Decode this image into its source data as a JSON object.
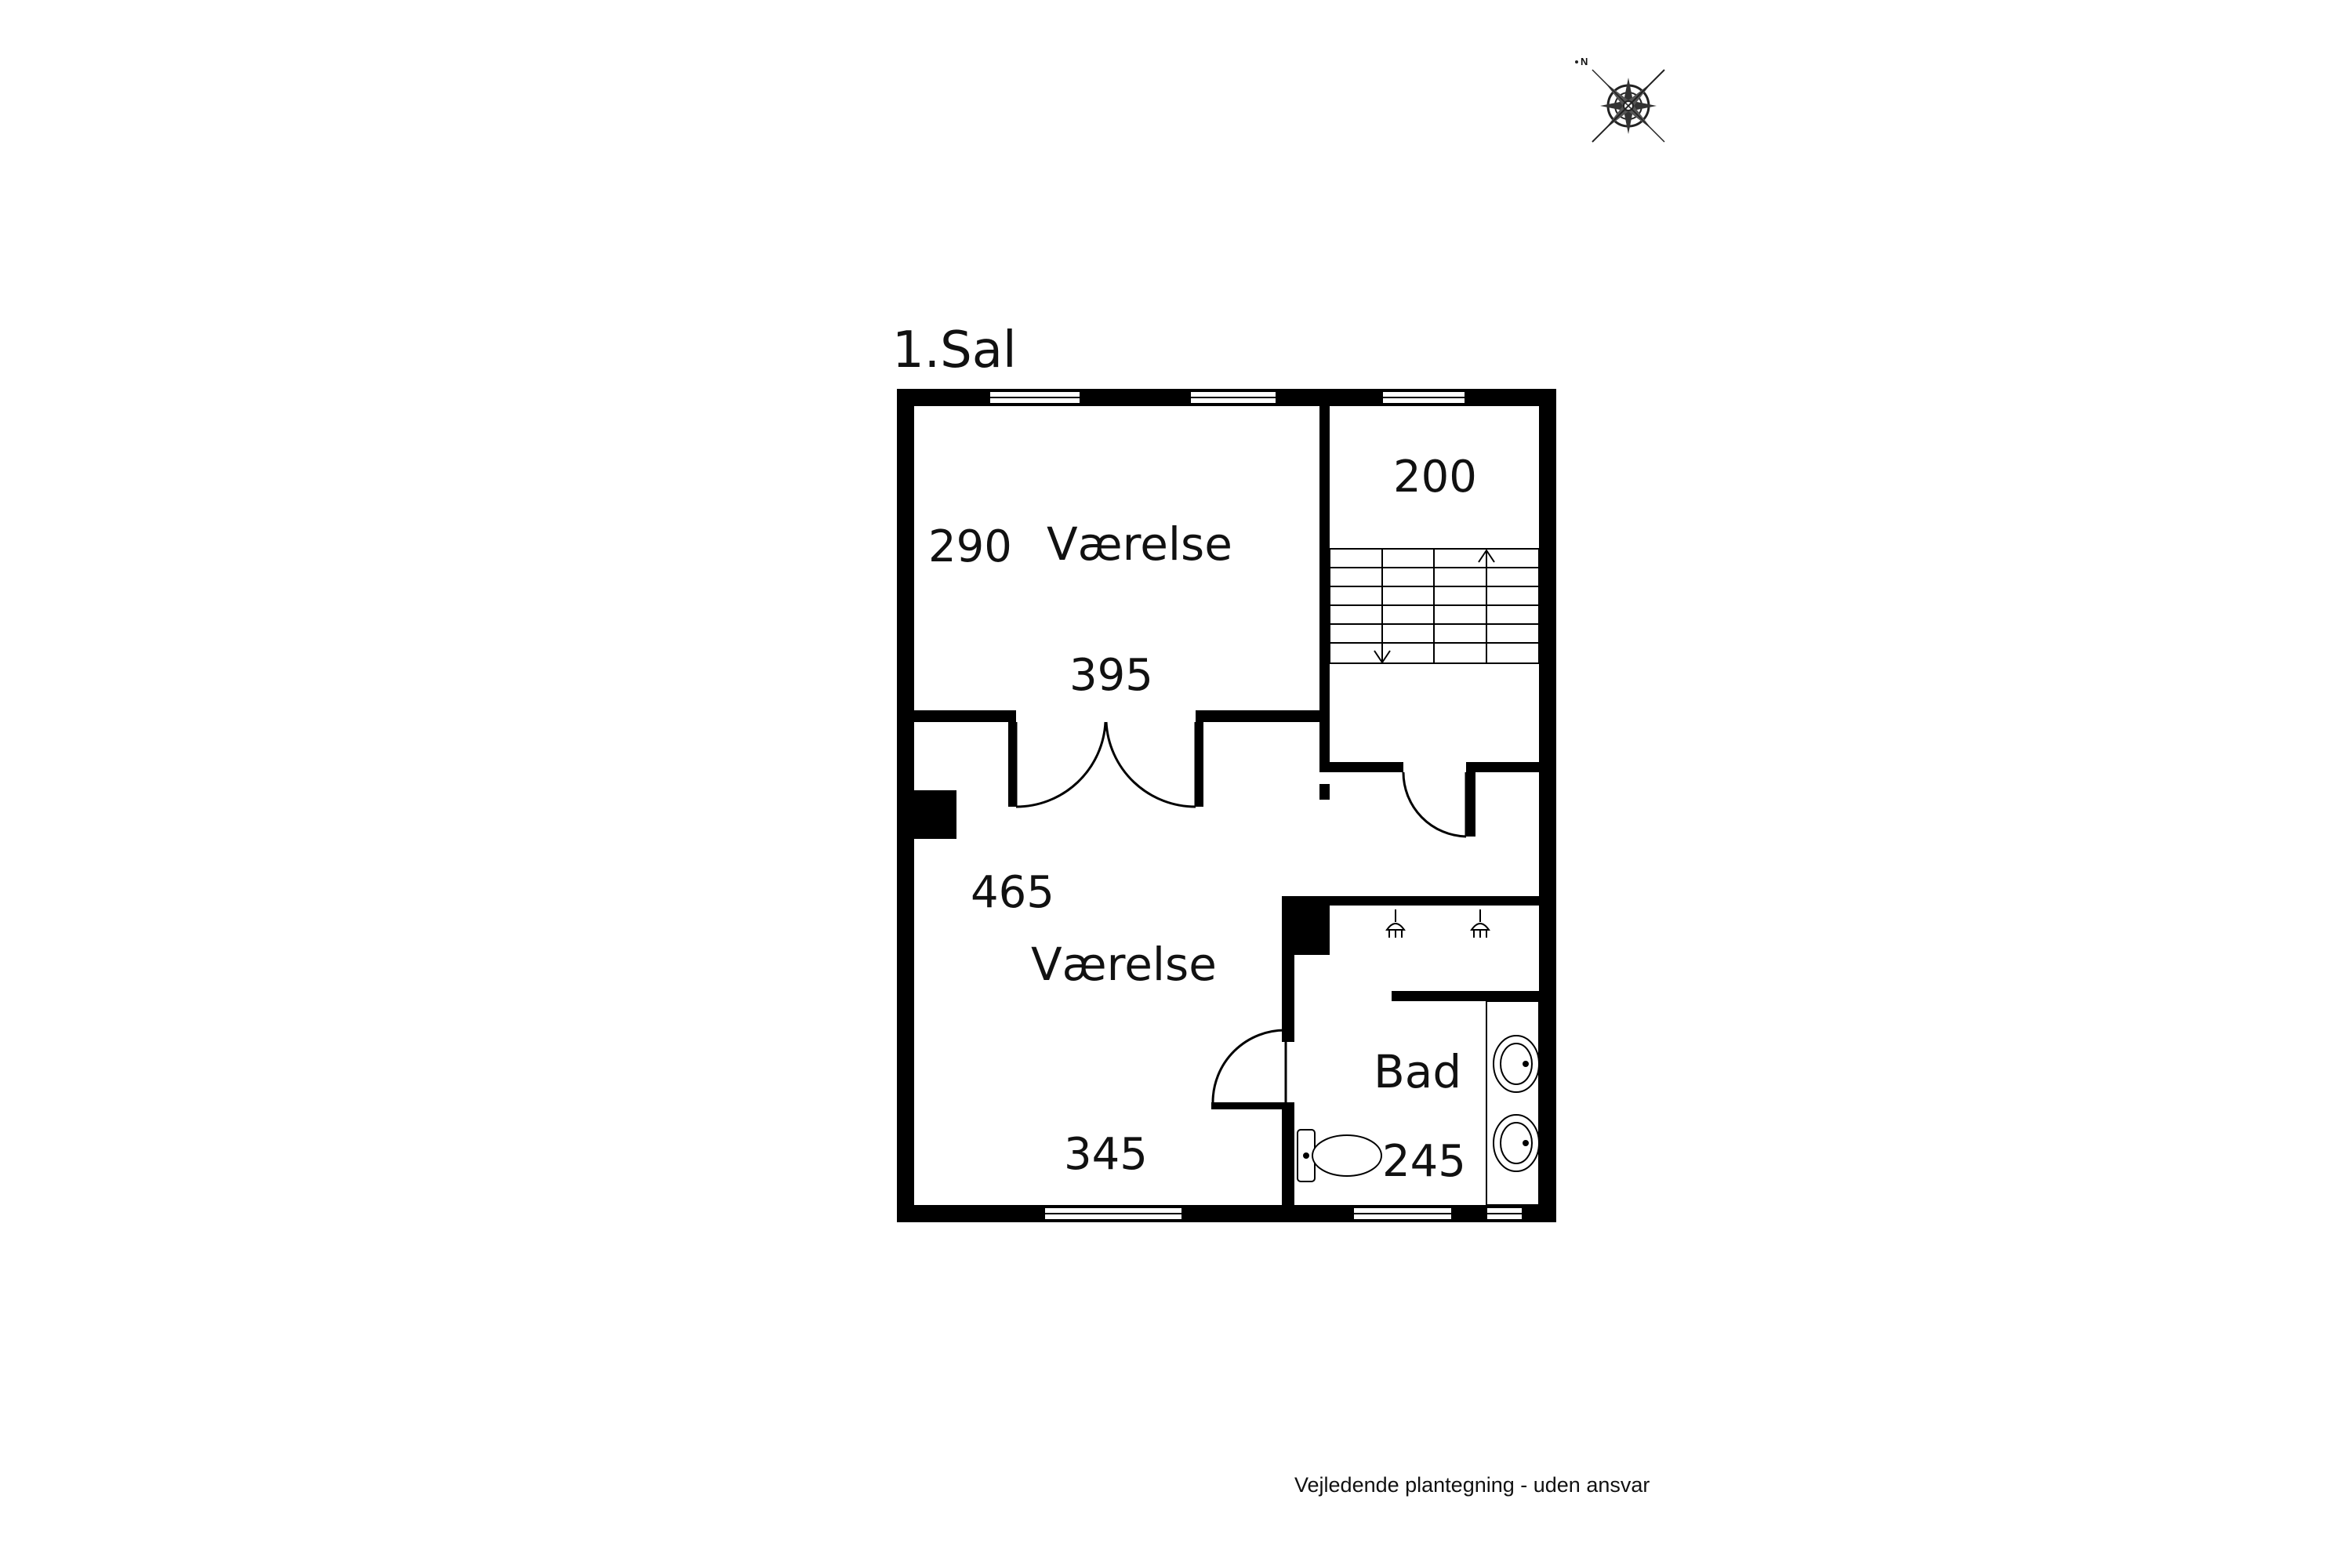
{
  "floor_label": "1.Sal",
  "rooms": {
    "top_left": {
      "name": "Værelse",
      "dim_a": "290",
      "dim_b": "395"
    },
    "stair": {
      "dim": "200"
    },
    "bottom_left": {
      "name": "Værelse",
      "dim_a": "465",
      "dim_b": "345"
    },
    "bath": {
      "name": "Bad",
      "dim": "245"
    }
  },
  "compass": {
    "north": "N"
  },
  "disclaimer": "Vejledende plantegning - uden ansvar"
}
